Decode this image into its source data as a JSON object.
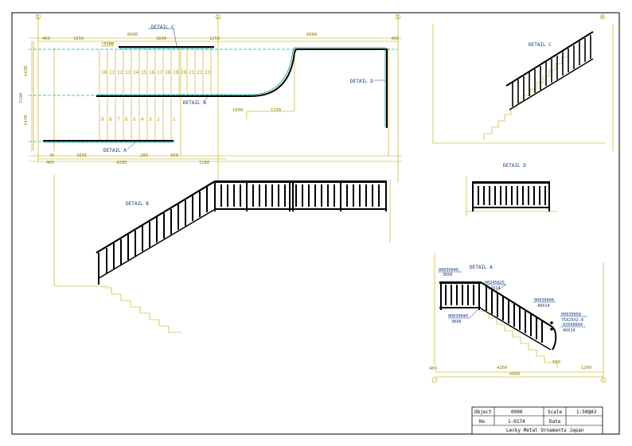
{
  "plan": {
    "top_dims": [
      "400",
      "1650",
      "6000",
      "3640",
      "1250",
      "6000",
      "400"
    ],
    "dim_5180": "5180",
    "left_dims": [
      "1420",
      "3190",
      "1470"
    ],
    "bottom_dims": [
      "45",
      "1655",
      "4280",
      "280",
      "600",
      "1280",
      "400"
    ],
    "dim_1000": "1000",
    "dim_1150": "1150",
    "upper_steps": [
      "10",
      "11",
      "12",
      "13",
      "14",
      "15",
      "16",
      "17",
      "18",
      "19",
      "20",
      "21",
      "22",
      "23"
    ],
    "lower_steps": [
      "9",
      "8",
      "7",
      "6",
      "5",
      "4",
      "3",
      "2",
      "1"
    ],
    "detail_c": "DETAIL C",
    "detail_b": "DETAIL B",
    "detail_a": "DETAIL A",
    "detail_d": "DETAIL D",
    "axis_marks": [
      "1",
      "2",
      "3",
      "4"
    ]
  },
  "detail_c": {
    "title": "DETAIL C"
  },
  "detail_d": {
    "title": "DETAIL D"
  },
  "detail_b": {
    "title": "DETAIL B"
  },
  "detail_a": {
    "title": "DETAIL A",
    "parts": [
      {
        "code": "00030040",
        "size": "30X6"
      },
      {
        "code": "00245025",
        "size": "14X14"
      },
      {
        "code": "00030004",
        "size": "40X14"
      },
      {
        "code": "00030040",
        "size": "30X6"
      },
      {
        "code": "00030050",
        "size": "75X25X2.0"
      },
      {
        "code": "02500004",
        "size": "40X14"
      }
    ],
    "dims": [
      "400",
      "4260",
      "1260",
      "6000",
      "500"
    ]
  },
  "title_block": {
    "object_label": "Object",
    "object_value": "0000",
    "scale_label": "Scale",
    "scale_value": "1:50@A3",
    "no_label": "No",
    "no_value": "1-0174",
    "date_label": "Date",
    "date_value": "",
    "company": "Lecky Metal Ornaments Japan"
  }
}
